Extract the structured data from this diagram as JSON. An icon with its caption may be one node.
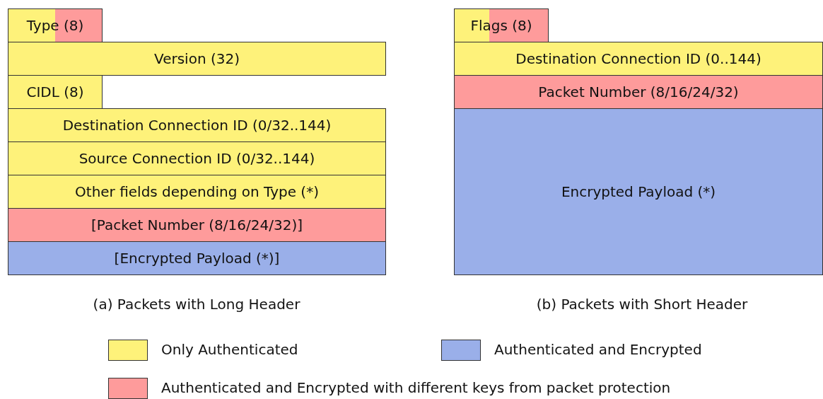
{
  "diagram": {
    "nodes": [
      {
        "text": [
          "Type (8)"
        ]
      },
      {
        "text": [
          "Version (32)"
        ]
      },
      {
        "text": [
          "CIDL (8)"
        ]
      },
      {
        "text": [
          "Destination Connection ID (0/32..144)"
        ]
      },
      {
        "text": [
          "Source Connection ID (0/32..144)"
        ]
      },
      {
        "text": [
          "Other fields depending on Type (*)"
        ]
      },
      {
        "text": [
          "[Packet Number (8/16/24/32)]"
        ]
      },
      {
        "text": [
          "[Encrypted Payload (*)]"
        ]
      },
      {
        "text": [
          "Flags (8)"
        ]
      },
      {
        "text": [
          "Destination Connection ID (0..144)"
        ]
      },
      {
        "text": [
          "Packet Number (8/16/24/32)"
        ]
      },
      {
        "text": [
          "Encrypted Payload (*)"
        ]
      }
    ],
    "edges": [],
    "labels": [
      "(a) Packets with Long Header",
      "(b) Packets with Short Header"
    ],
    "legend": [
      {
        "text": "Only Authenticated",
        "color": "#fef27a"
      },
      {
        "text": "Authenticated and Encrypted",
        "color": "#9aafe9"
      },
      {
        "text": "Authenticated and Encrypted with different keys from packet protection",
        "color": "#fe9b9b"
      }
    ]
  }
}
